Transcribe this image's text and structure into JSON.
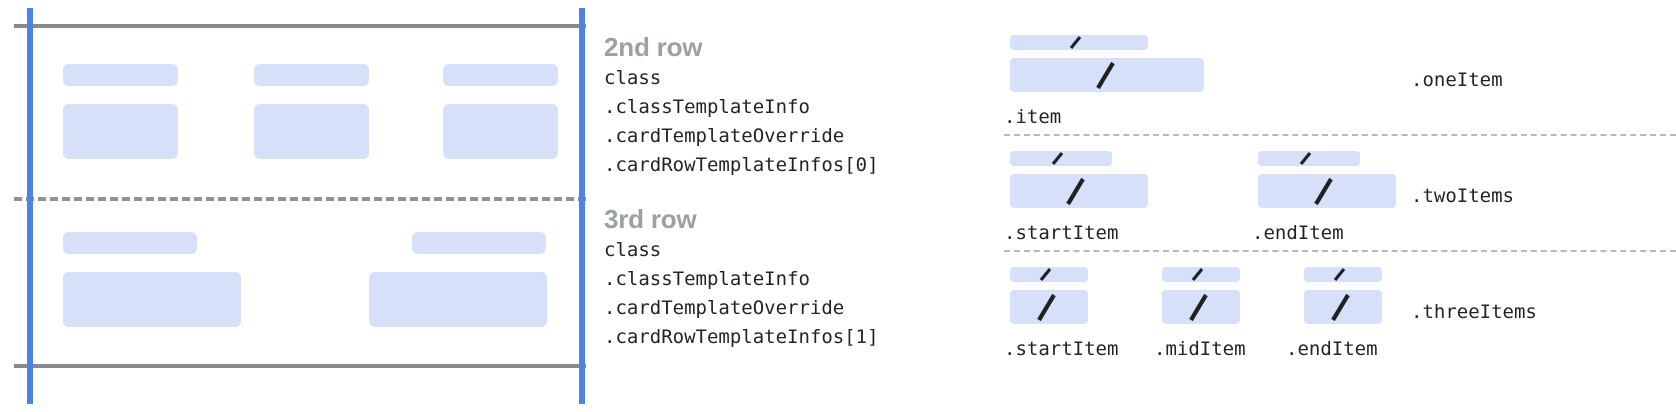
{
  "colors": {
    "placeholder_fill": "#d6e0f9",
    "guide_blue": "#4d82e8",
    "rule_gray": "#868b90",
    "dash_gray": "#8e9397",
    "dot_gray": "#b6babd",
    "title_gray": "#9aa0a6",
    "code_text": "#20242a",
    "slash_stroke": "#202124",
    "background": "#ffffff"
  },
  "left_diagram": {
    "name": "card-row-template-layout-preview",
    "row_blocks": [
      {
        "name": "second-row-preview",
        "columns": [
          {
            "header_placeholder": "",
            "body_placeholder": ""
          },
          {
            "header_placeholder": "",
            "body_placeholder": ""
          },
          {
            "header_placeholder": "",
            "body_placeholder": ""
          }
        ]
      },
      {
        "name": "third-row-preview",
        "columns": [
          {
            "header_placeholder": "",
            "body_placeholder": ""
          },
          {
            "header_placeholder": "",
            "body_placeholder": ""
          }
        ]
      }
    ]
  },
  "rows": [
    {
      "title": "2nd row",
      "code_lines": [
        "class",
        ".classTemplateInfo",
        ".cardTemplateOverride",
        ".cardRowTemplateInfos[0]"
      ]
    },
    {
      "title": "3rd row",
      "code_lines": [
        "class",
        ".classTemplateInfo",
        ".cardTemplateOverride",
        ".cardRowTemplateInfos[1]"
      ]
    }
  ],
  "right_diagram": {
    "name": "row-item-variants",
    "variants": [
      {
        "variant_label": ".oneItem",
        "items": [
          {
            "label": ".item",
            "glyph": "slash-glyph"
          }
        ]
      },
      {
        "variant_label": ".twoItems",
        "items": [
          {
            "label": ".startItem",
            "glyph": "slash-glyph"
          },
          {
            "label": ".endItem",
            "glyph": "slash-glyph"
          }
        ]
      },
      {
        "variant_label": ".threeItems",
        "items": [
          {
            "label": ".startItem",
            "glyph": "slash-glyph"
          },
          {
            "label": ".midItem",
            "glyph": "slash-glyph"
          },
          {
            "label": ".endItem",
            "glyph": "slash-glyph"
          }
        ]
      }
    ]
  }
}
